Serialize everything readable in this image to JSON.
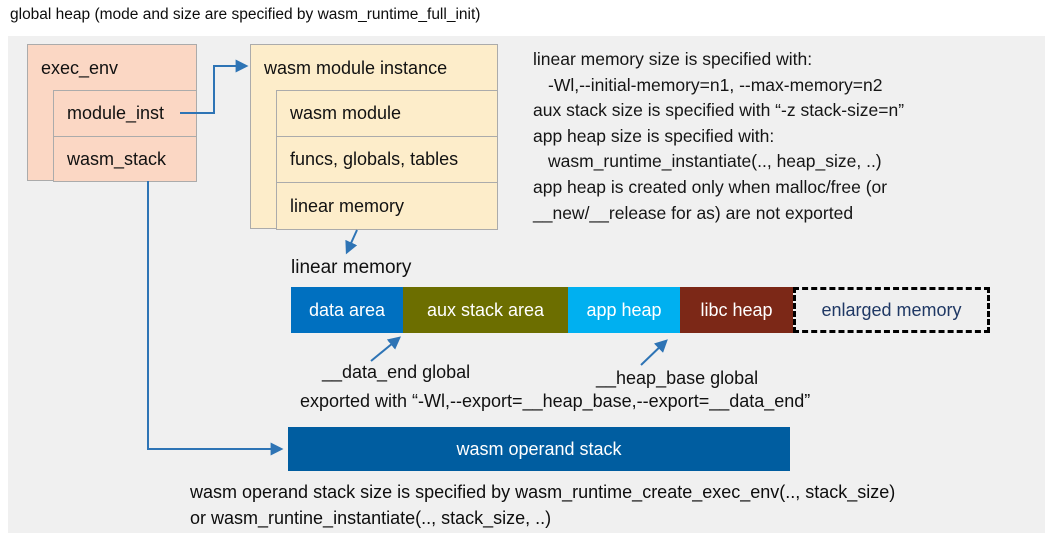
{
  "title": "global heap (mode and size are specified by wasm_runtime_full_init)",
  "exec_env": {
    "label": "exec_env",
    "children": [
      "module_inst",
      "wasm_stack"
    ]
  },
  "module_instance": {
    "label": "wasm module instance",
    "children": [
      "wasm module",
      "funcs, globals, tables",
      "linear memory"
    ]
  },
  "notes": {
    "lines": [
      "linear memory size is specified with:",
      "-Wl,--initial-memory=n1, --max-memory=n2",
      "aux stack size is specified with “-z stack-size=n”",
      "app heap size is specified with:",
      "wasm_runtime_instantiate(.., heap_size, ..)",
      "app heap is created only when malloc/free (or",
      "__new/__release for as) are not exported"
    ]
  },
  "linear_memory": {
    "label": "linear memory",
    "segments": [
      {
        "label": "data area",
        "color": "#0070c0",
        "text_color": "#ffffff"
      },
      {
        "label": "aux stack area",
        "color": "#6c6e00",
        "text_color": "#ffffff"
      },
      {
        "label": "app heap",
        "color": "#00b0f0",
        "text_color": "#ffffff"
      },
      {
        "label": "libc heap",
        "color": "#7c2817",
        "text_color": "#ffffff"
      },
      {
        "label": "enlarged memory",
        "color": "#efefef",
        "text_color": "#1f3864"
      }
    ]
  },
  "annotations": {
    "data_end_label": "__data_end global",
    "heap_base_label": "__heap_base global",
    "exported_line": "exported with “-Wl,--export=__heap_base,--export=__data_end”"
  },
  "operand_stack": {
    "label": "wasm operand stack",
    "color": "#005da0"
  },
  "footer": {
    "lines": [
      "wasm operand stack size is specified by wasm_runtime_create_exec_env(.., stack_size)",
      "or wasm_runtine_instantiate(.., stack_size, ..)"
    ]
  },
  "colors": {
    "panel_bg": "#f0f0f0",
    "struct_box_fill": "#fbd7c4",
    "module_box_fill": "#fdedca",
    "connector": "#2e74b5",
    "box_border": "#ababab"
  }
}
